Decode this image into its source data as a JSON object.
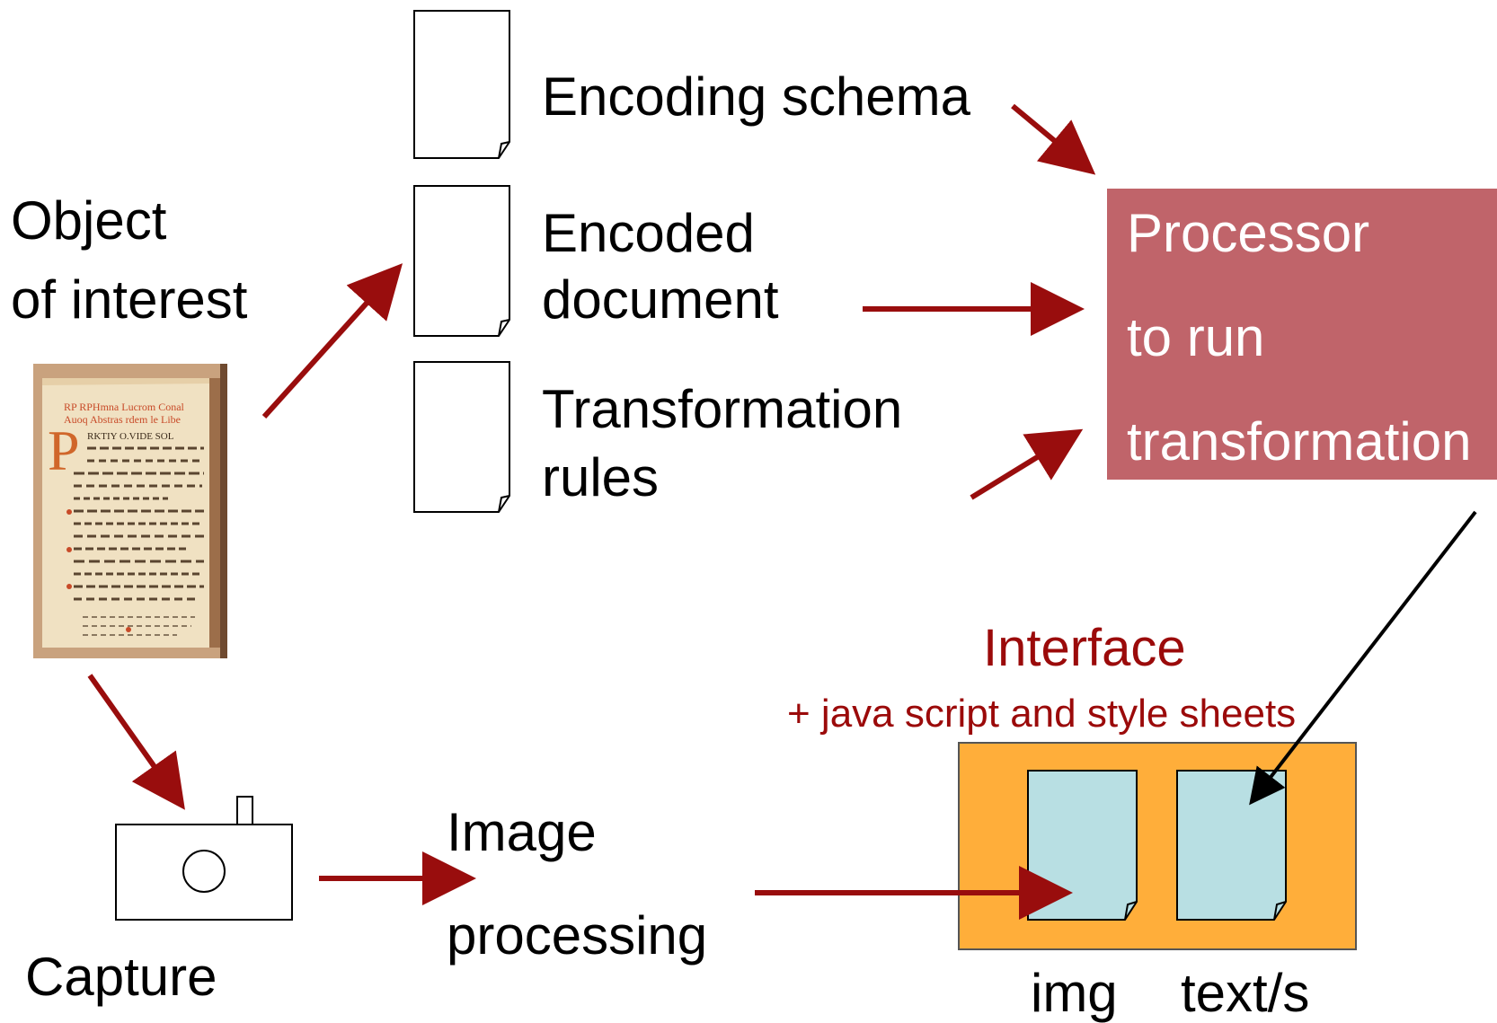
{
  "object": {
    "label_line1": "Object",
    "label_line2": "of interest"
  },
  "documents": {
    "schema_label": "Encoding schema",
    "encoded_line1": "Encoded",
    "encoded_line2": "document",
    "rules_line1": "Transformation",
    "rules_line2": "rules"
  },
  "processor": {
    "line1": "Processor",
    "line2": "to run",
    "line3": "transformation",
    "color": "#c0646a"
  },
  "interface": {
    "title": "Interface",
    "subtitle": "+ java script and style sheets",
    "color": "#ffae3a",
    "pane_color": "#b8dfe3",
    "img_label": "img",
    "text_label": "text/s"
  },
  "capture": {
    "label": "Capture"
  },
  "image_processing": {
    "line1": "Image",
    "line2": "processing"
  },
  "colors": {
    "arrow": "#990d0d",
    "accent_text": "#9b0a0a"
  }
}
